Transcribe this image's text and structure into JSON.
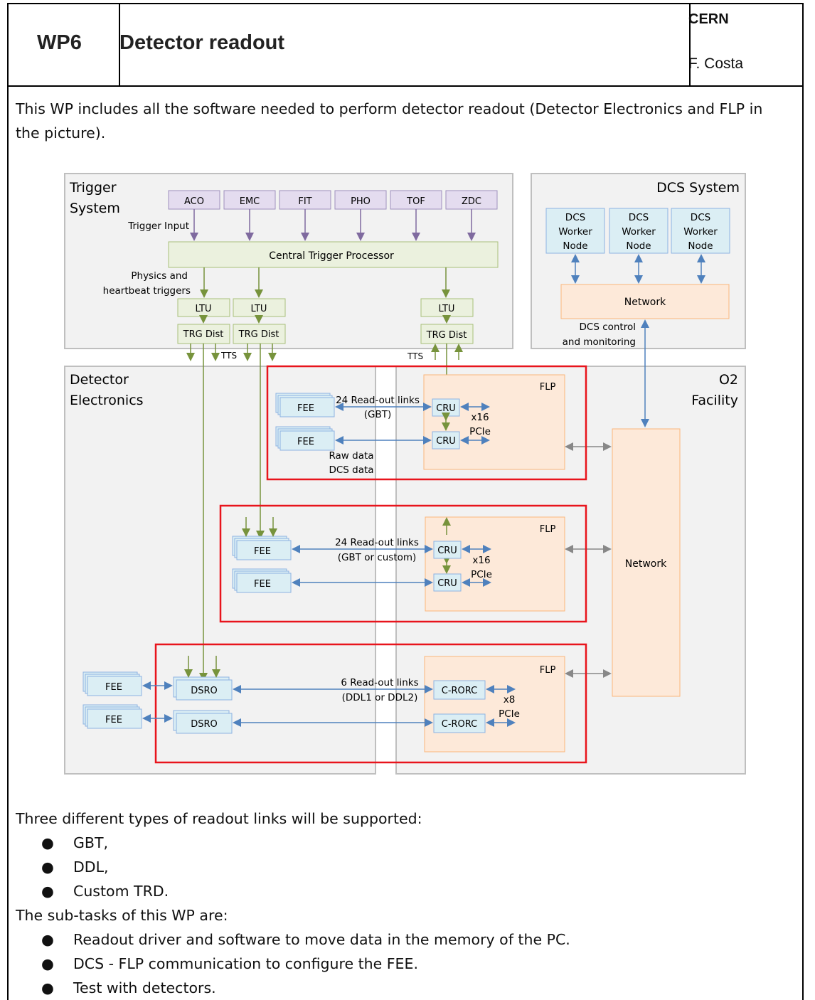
{
  "header": {
    "wp": "WP6",
    "title": "Detector readout",
    "org": "CERN",
    "author": "F. Costa"
  },
  "intro": "This WP includes all the software needed to perform detector readout (Detector Electronics and FLP in the picture).",
  "diagram": {
    "trigger_system": "Trigger System",
    "trigger_system_l1": "Trigger",
    "trigger_system_l2": "System",
    "trigger_inputs": [
      "ACO",
      "EMC",
      "FIT",
      "PHO",
      "TOF",
      "ZDC"
    ],
    "trigger_input_label": "Trigger Input",
    "ctp": "Central Trigger Processor",
    "phys_label_l1": "Physics and",
    "phys_label_l2": "heartbeat triggers",
    "ltu": "LTU",
    "trg_dist": "TRG Dist",
    "tts": "TTS",
    "dcs_system": "DCS System",
    "dcs_node_l1": "DCS",
    "dcs_node_l2": "Worker",
    "dcs_node_l3": "Node",
    "network": "Network",
    "dcs_ctrl_l1": "DCS control",
    "dcs_ctrl_l2": "and monitoring",
    "det_elec_l1": "Detector",
    "det_elec_l2": "Electronics",
    "o2_l1": "O2",
    "o2_l2": "Facility",
    "flp": "FLP",
    "fee": "FEE",
    "cru": "CRU",
    "dsro": "DSRO",
    "crorc": "C-RORC",
    "pcie": "PCIe",
    "g1_links_l1": "24 Read-out links",
    "g1_links_l2": "(GBT)",
    "g1_x": "x16",
    "raw_data": "Raw data",
    "dcs_data": "DCS data",
    "g2_links_l1": "24 Read-out links",
    "g2_links_l2": "(GBT or custom)",
    "g2_x": "x16",
    "g3_links_l1": "6 Read-out links",
    "g3_links_l2": "(DDL1 or DDL2)",
    "g3_x": "x8"
  },
  "section1": "Three different types of readout links will be supported:",
  "links": [
    "GBT,",
    "DDL,",
    "Custom TRD."
  ],
  "section2": "The  sub-tasks of this WP are:",
  "subtasks": [
    "Readout driver and software to move data in the memory of the PC.",
    "DCS - FLP communication to configure the FEE.",
    "Test with detectors."
  ],
  "colors": {
    "purple_box": "#e4dcef",
    "green_box": "#ebf1de",
    "blue_box": "#dbeef4",
    "orange_box": "#fde9d9",
    "red_frame": "#e8141c",
    "green_arrow": "#77933c",
    "blue_arrow": "#4f81bd"
  }
}
